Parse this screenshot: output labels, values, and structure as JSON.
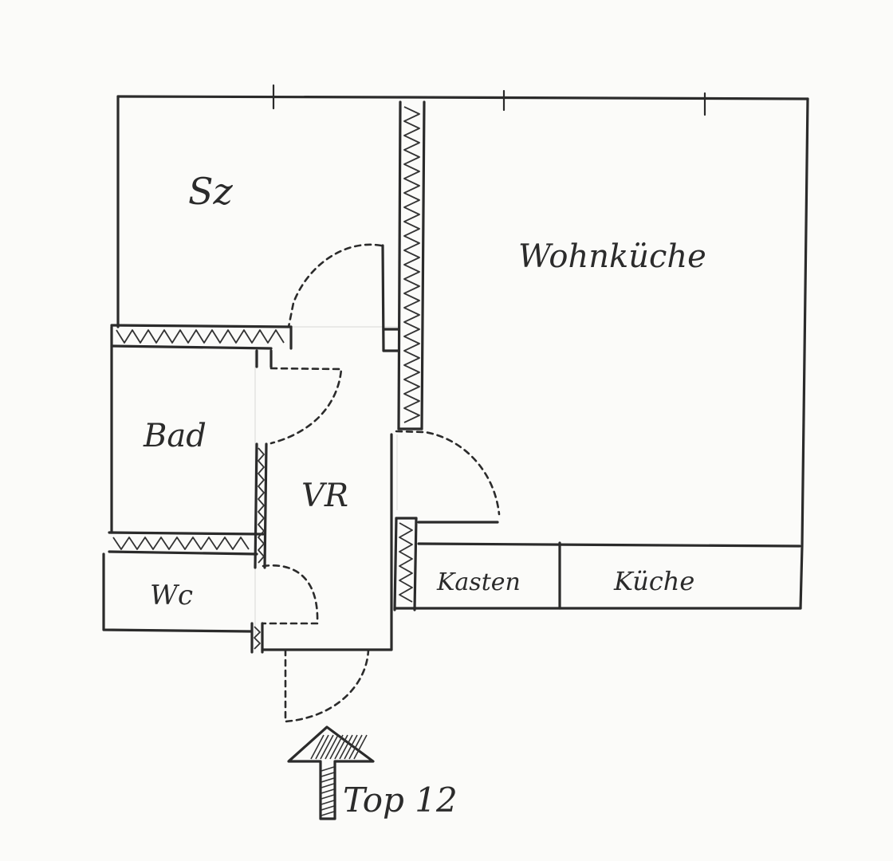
{
  "rooms": {
    "sz": "Sz",
    "wohnkueche": "Wohnküche",
    "bad": "Bad",
    "vr": "VR",
    "wc": "Wc",
    "kasten": "Kasten",
    "kueche": "Küche"
  },
  "entrance": {
    "label": "Top 12"
  }
}
